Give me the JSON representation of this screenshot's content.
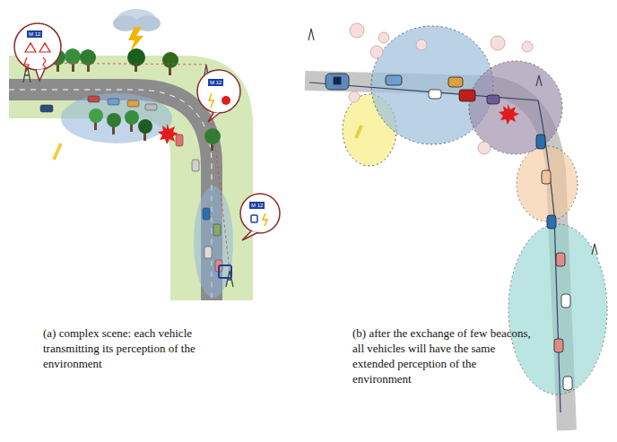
{
  "diagram": {
    "labels": [
      "M 12",
      "M 12",
      "M 12",
      "(a) complex scene: each vehicle transmitting its perception of the environment",
      "(b) after the exchange of few beacons, all vehicles will have the same extended perception of the environment"
    ]
  }
}
